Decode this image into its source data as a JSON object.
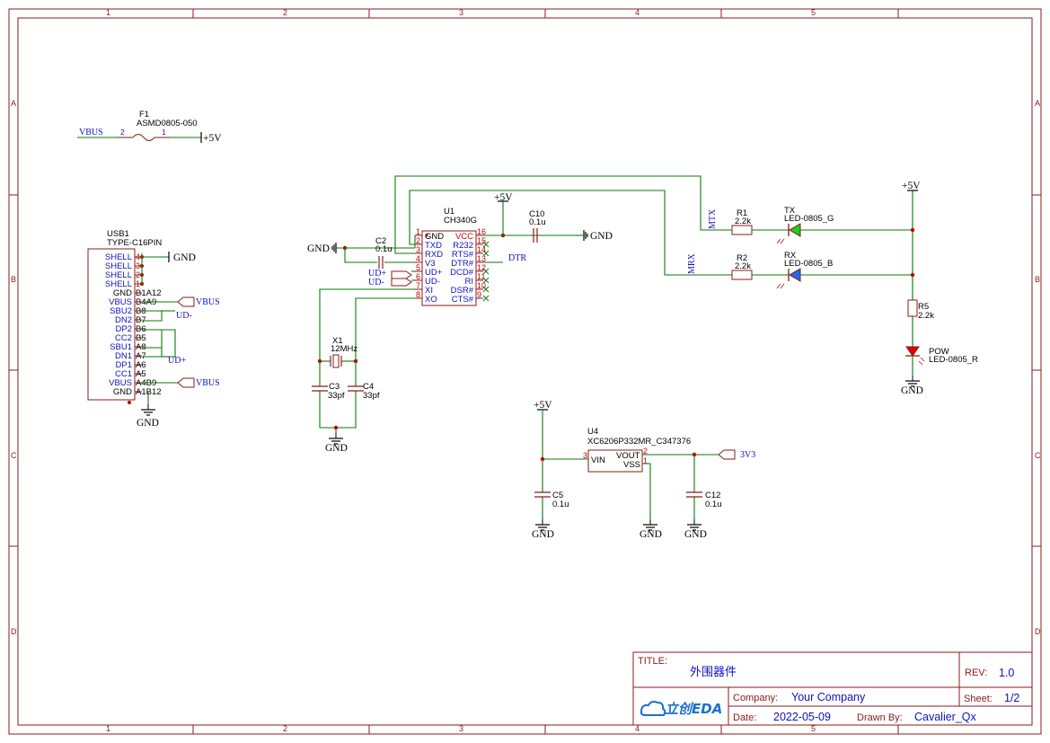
{
  "frame": {
    "columns": [
      "1",
      "2",
      "3",
      "4",
      "5"
    ],
    "rows": [
      "A",
      "B",
      "C",
      "D"
    ]
  },
  "title_block": {
    "title_label": "TITLE:",
    "title": "外围器件",
    "rev_label": "REV:",
    "rev": "1.0",
    "company_label": "Company:",
    "company": "Your Company",
    "sheet_label": "Sheet:",
    "sheet": "1/2",
    "date_label": "Date:",
    "date": "2022-05-09",
    "drawn_label": "Drawn By:",
    "drawn_by": "Cavalier_Qx",
    "logo_text": "立创EDA"
  },
  "fuse": {
    "ref": "F1",
    "value": "ASMD0805-050",
    "net_left": "VBUS",
    "pin_left": "2",
    "pin_right": "1",
    "net_right": "+5V"
  },
  "usb": {
    "ref": "USB1",
    "value": "TYPE-C16PIN",
    "pins_left": [
      "SHELL",
      "SHELL",
      "SHELL",
      "SHELL",
      "GND",
      "VBUS",
      "SBU2",
      "DN2",
      "DP2",
      "CC2",
      "SBU1",
      "DN1",
      "DP1",
      "CC1",
      "VBUS",
      "GND"
    ],
    "pins_right": [
      "4",
      "3",
      "2",
      "1",
      "B1A12",
      "B4A9",
      "B8",
      "B7",
      "B6",
      "B5",
      "A8",
      "A7",
      "A6",
      "A5",
      "A4B9",
      "A1B12"
    ],
    "gnd_top": "GND",
    "vbus1": "VBUS",
    "vbus2": "VBUS",
    "ud_minus": "UD-",
    "ud_plus": "UD+",
    "gnd_bottom": "GND"
  },
  "u1": {
    "ref": "U1",
    "value": "CH340G",
    "left_pins": [
      {
        "num": "1",
        "name": "GND"
      },
      {
        "num": "2",
        "name": "TXD"
      },
      {
        "num": "3",
        "name": "RXD"
      },
      {
        "num": "4",
        "name": "V3"
      },
      {
        "num": "5",
        "name": "UD+"
      },
      {
        "num": "6",
        "name": "UD-"
      },
      {
        "num": "7",
        "name": "XI"
      },
      {
        "num": "8",
        "name": "XO"
      }
    ],
    "right_pins": [
      {
        "num": "16",
        "name": "VCC"
      },
      {
        "num": "15",
        "name": "R232"
      },
      {
        "num": "14",
        "name": "RTS#"
      },
      {
        "num": "13",
        "name": "DTR#"
      },
      {
        "num": "12",
        "name": "DCD#"
      },
      {
        "num": "11",
        "name": "RI"
      },
      {
        "num": "10",
        "name": "DSR#"
      },
      {
        "num": "9",
        "name": "CTS#"
      }
    ],
    "vcc_net": "+5V",
    "gnd_net": "GND",
    "gnd_net2": "GND",
    "dtr_net": "DTR",
    "udp_net": "UD+",
    "udm_net": "UD-"
  },
  "c2": {
    "ref": "C2",
    "value": "0.1u"
  },
  "c10": {
    "ref": "C10",
    "value": "0.1u"
  },
  "x1": {
    "ref": "X1",
    "value": "12MHz"
  },
  "c3": {
    "ref": "C3",
    "value": "33pf"
  },
  "c4": {
    "ref": "C4",
    "value": "33pf"
  },
  "xtal_gnd": "GND",
  "leds": {
    "r1": {
      "ref": "R1",
      "value": "2.2k"
    },
    "r2": {
      "ref": "R2",
      "value": "2.2k"
    },
    "tx": {
      "ref": "TX",
      "value": "LED-0805_G",
      "color": "#22cc22"
    },
    "rx": {
      "ref": "RX",
      "value": "LED-0805_B",
      "color": "#2266ee"
    },
    "mtx": "MTX",
    "mrx": "MRX",
    "vcc": "+5V"
  },
  "r5": {
    "ref": "R5",
    "value": "2.2k"
  },
  "pow": {
    "ref": "POW",
    "value": "LED-0805_R",
    "color": "#e00000",
    "gnd": "GND"
  },
  "u4": {
    "ref": "U4",
    "value": "XC6206P332MR_C347376",
    "vin": "VIN",
    "vout": "VOUT",
    "vss": "VSS",
    "pin_vin": "3",
    "pin_vout": "2",
    "pin_vss": "1",
    "vcc": "+5V",
    "out_net": "3V3",
    "gnd1": "GND",
    "gnd2": "GND",
    "gnd3": "GND"
  },
  "c5": {
    "ref": "C5",
    "value": "0.1u"
  },
  "c12": {
    "ref": "C12",
    "value": "0.1u"
  }
}
